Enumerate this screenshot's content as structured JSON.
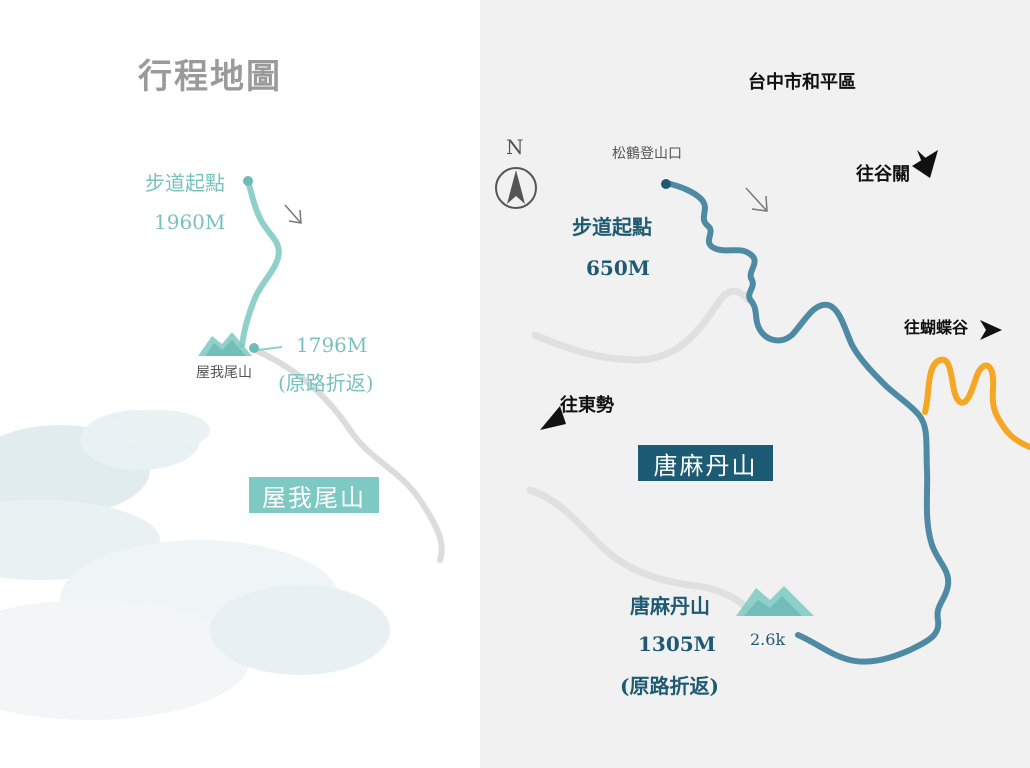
{
  "title": "行程地圖",
  "colors": {
    "left_route": "#8fd0cb",
    "right_route": "#4f8aa4",
    "alt_route": "#f5a623",
    "label_box_left": "#7ec9c3",
    "label_box_right": "#1d5a73"
  },
  "left_map": {
    "start_label": "步道起點",
    "start_elevation": "1960M",
    "peak_elevation": "1796M",
    "peak_note": "(原路折返)",
    "peak_name": "屋我尾山",
    "mountain_label": "屋我尾山"
  },
  "right_map": {
    "district": "台中市和平區",
    "compass": "N",
    "trailhead": "松鶴登山口",
    "start_label": "步道起點",
    "start_elevation": "650M",
    "to_guguan": "往谷關",
    "to_butterfly_valley": "往蝴蝶谷",
    "to_dongshi": "往東勢",
    "mountain_label": "唐麻丹山",
    "peak_name": "唐麻丹山",
    "peak_elevation": "1305M",
    "peak_note": "(原路折返)",
    "distance": "2.6k"
  },
  "icons": [
    "compass-icon",
    "direction-arrow-icon",
    "mountain-peak-icon",
    "cloud-icon"
  ]
}
